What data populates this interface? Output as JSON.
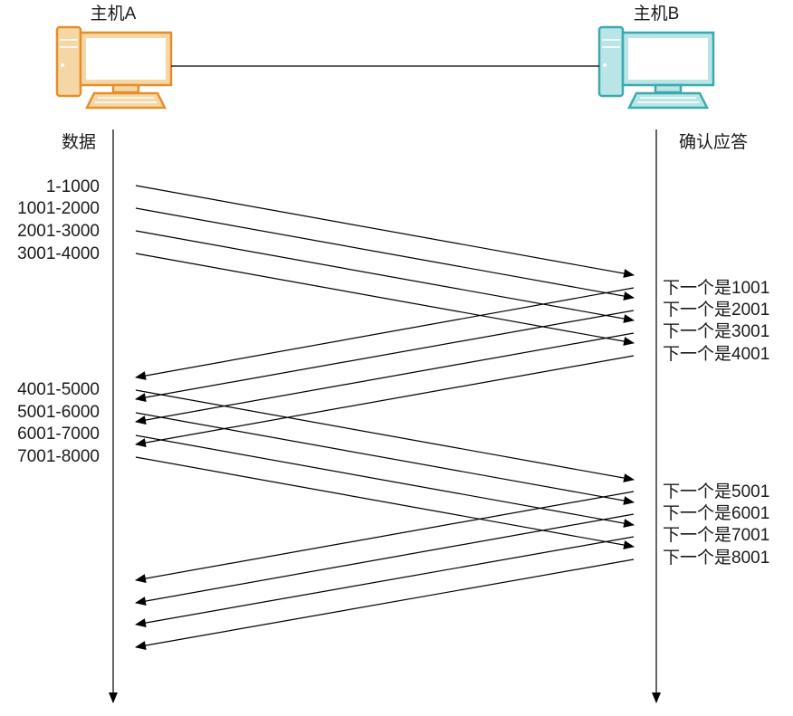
{
  "host_a": {
    "label": "主机A",
    "color": "#E58F2B",
    "fill": "#F5D7A6"
  },
  "host_b": {
    "label": "主机B",
    "color": "#3AAAAE",
    "fill": "#B9E5E6"
  },
  "column_left": "数据",
  "column_right": "确认应答",
  "batch1": {
    "data": [
      "1-1000",
      "1001-2000",
      "2001-3000",
      "3001-4000"
    ],
    "acks": [
      "下一个是1001",
      "下一个是2001",
      "下一个是3001",
      "下一个是4001"
    ]
  },
  "batch2": {
    "data": [
      "4001-5000",
      "5001-6000",
      "6001-7000",
      "7001-8000"
    ],
    "acks": [
      "下一个是5001",
      "下一个是6001",
      "下一个是7001",
      "下一个是8001"
    ]
  }
}
